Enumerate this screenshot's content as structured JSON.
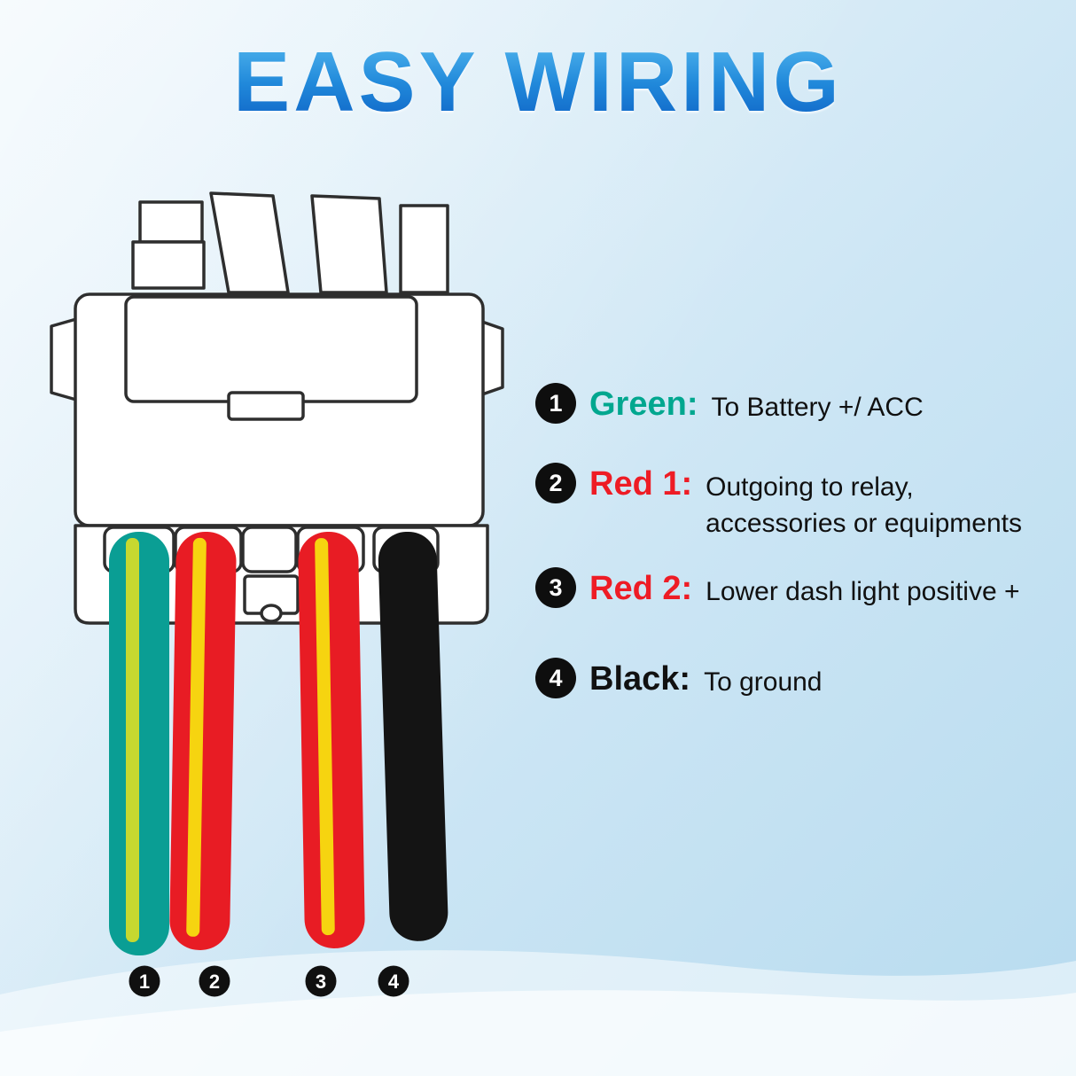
{
  "title": "EASY WIRING",
  "colors": {
    "title_gradient_top": "#57BBF0",
    "title_gradient_bottom": "#0C5EC3",
    "background_light_blue": "#DDEEF8",
    "legend_green": "#00A78F",
    "legend_red": "#EE1C25",
    "legend_black": "#111111",
    "badge_black": "#0E0E0E"
  },
  "diagram": {
    "wires": [
      {
        "num": "1",
        "name": "green-wire",
        "color": "#0A9E94",
        "stripe": "#C6D830"
      },
      {
        "num": "2",
        "name": "red-1-wire",
        "color": "#E81C24",
        "stripe": "#F6D410"
      },
      {
        "num": "3",
        "name": "red-2-wire",
        "color": "#E81C24",
        "stripe": "#F6D410"
      },
      {
        "num": "4",
        "name": "black-wire",
        "color": "#141414",
        "stripe": ""
      }
    ]
  },
  "legend": {
    "items": [
      {
        "num": "1",
        "label": "Green:",
        "color": "#00A78F",
        "desc_lines": [
          "To Battery +/ ACC"
        ]
      },
      {
        "num": "2",
        "label": "Red 1:",
        "color": "#EE1C25",
        "desc_lines": [
          "Outgoing to relay,",
          "accessories or equipments"
        ]
      },
      {
        "num": "3",
        "label": "Red 2:",
        "color": "#EE1C25",
        "desc_lines": [
          "Lower dash light positive +"
        ]
      },
      {
        "num": "4",
        "label": "Black:",
        "color": "#111111",
        "desc_lines": [
          "To ground"
        ]
      }
    ]
  }
}
